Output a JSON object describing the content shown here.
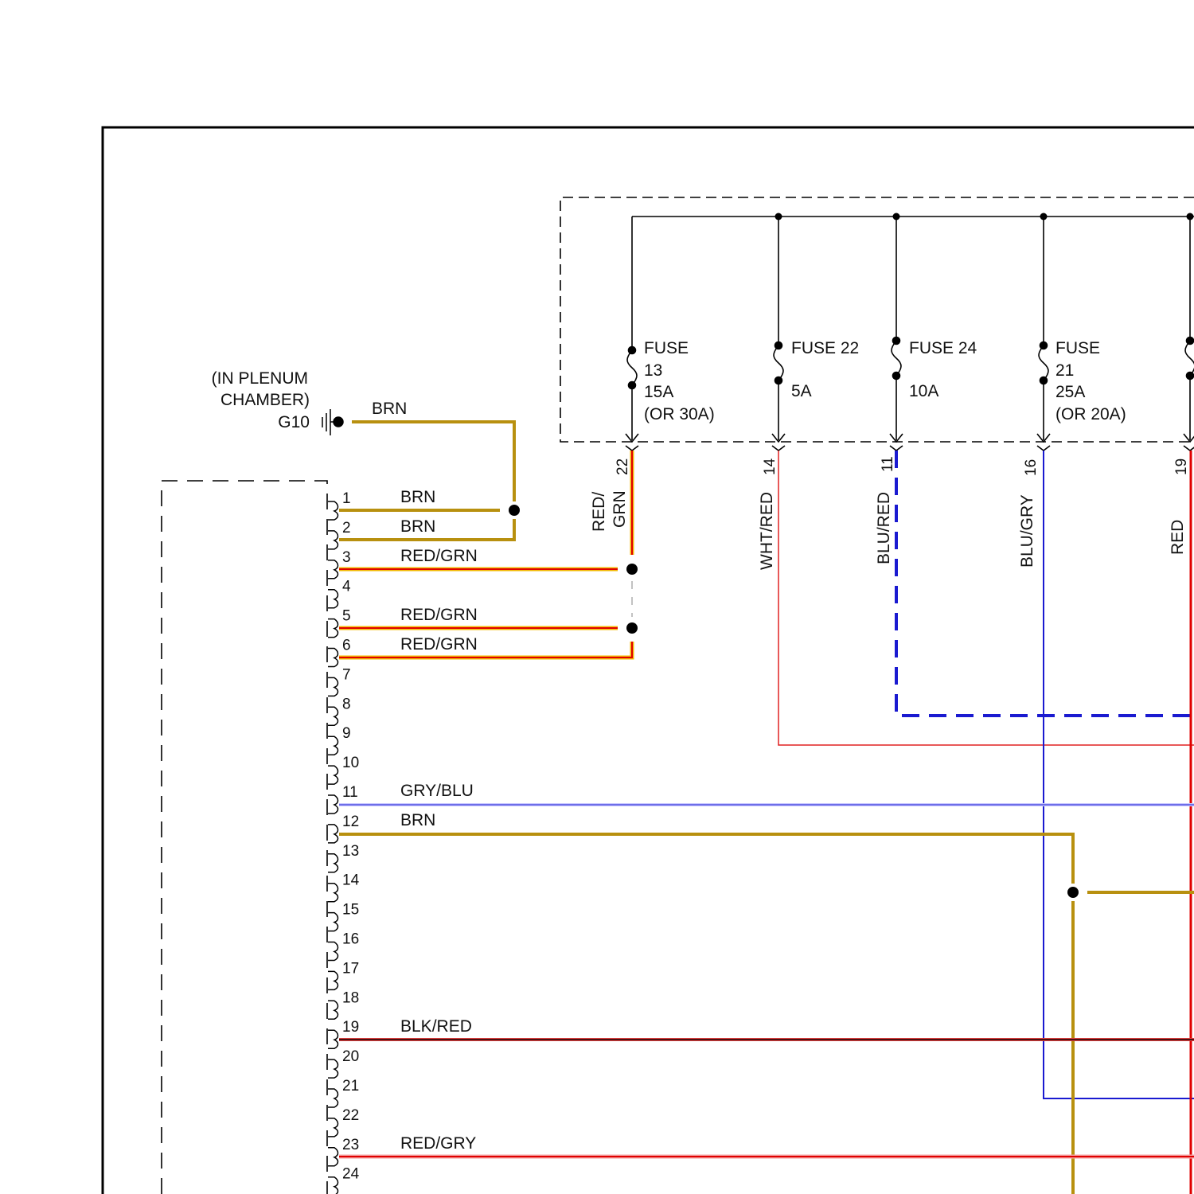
{
  "ground": {
    "location_line1": "(IN PLENUM",
    "location_line2": "CHAMBER)",
    "id": "G10",
    "wire": "BRN"
  },
  "fuses": [
    {
      "id": "fuse-13",
      "lines": [
        "FUSE",
        "13",
        "15A",
        "(OR 30A)"
      ],
      "pin": "22",
      "wire": [
        "RED/",
        "GRN"
      ]
    },
    {
      "id": "fuse-22",
      "lines": [
        "FUSE 22",
        "",
        "5A"
      ],
      "pin": "14",
      "wire": [
        "WHT/RED"
      ]
    },
    {
      "id": "fuse-24",
      "lines": [
        "FUSE 24",
        "",
        "10A"
      ],
      "pin": "11",
      "wire": [
        "BLU/RED"
      ]
    },
    {
      "id": "fuse-21",
      "lines": [
        "FUSE",
        "21",
        "25A",
        "(OR 20A)"
      ],
      "pin": "16",
      "wire": [
        "BLU/GRY"
      ]
    },
    {
      "id": "fuse-right",
      "lines": [],
      "pin": "19",
      "wire": [
        "RED"
      ]
    }
  ],
  "connector_pins": [
    "1",
    "2",
    "3",
    "4",
    "5",
    "6",
    "7",
    "8",
    "9",
    "10",
    "11",
    "12",
    "13",
    "14",
    "15",
    "16",
    "17",
    "18",
    "19",
    "20",
    "21",
    "22",
    "23",
    "24"
  ],
  "wire_labels": {
    "1": "BRN",
    "2": "BRN",
    "3": "RED/GRN",
    "5": "RED/GRN",
    "6": "RED/GRN",
    "11": "GRY/BLU",
    "12": "BRN",
    "19": "BLK/RED",
    "23": "RED/GRY"
  },
  "colors": {
    "brn": "#b8900f",
    "red": "#e00000",
    "blue": "#1a1ad0",
    "blk_red": "#8b1a1a",
    "gry_blu": "#7070e0",
    "frame": "#000000"
  }
}
